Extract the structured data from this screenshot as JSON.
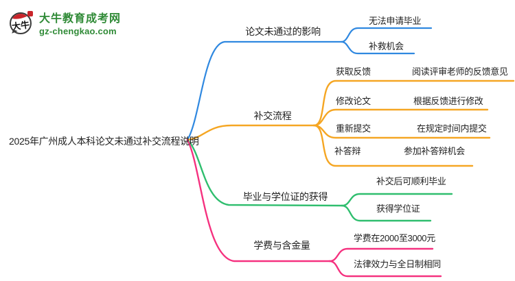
{
  "colors": {
    "blue": "#2f88e0",
    "orange": "#f5a623",
    "green": "#2fbe6e",
    "pink": "#f5317f",
    "text": "#1f1f1f",
    "brand_green": "#2f8a36",
    "brand_red": "#c9252b"
  },
  "logo": {
    "icon_chars": "大牛",
    "title": "大牛教育成考网",
    "subtitle": "gz-chengkao.com"
  },
  "root": {
    "label": "2025年广州成人本科论文未通过补交流程说明"
  },
  "branches": [
    {
      "label": "论文未通过的影响",
      "color": "blue",
      "children": [
        {
          "label": "无法申请毕业"
        },
        {
          "label": "补救机会"
        }
      ]
    },
    {
      "label": "补交流程",
      "color": "orange",
      "children": [
        {
          "label": "获取反馈",
          "detail": "阅读评审老师的反馈意见"
        },
        {
          "label": "修改论文",
          "detail": "根据反馈进行修改"
        },
        {
          "label": "重新提交",
          "detail": "在规定时间内提交"
        },
        {
          "label": "补答辩",
          "detail": "参加补答辩机会"
        }
      ]
    },
    {
      "label": "毕业与学位证的获得",
      "color": "green",
      "children": [
        {
          "label": "补交后可顺利毕业"
        },
        {
          "label": "获得学位证"
        }
      ]
    },
    {
      "label": "学费与含金量",
      "color": "pink",
      "children": [
        {
          "label": "学费在2000至3000元"
        },
        {
          "label": "法律效力与全日制相同"
        }
      ]
    }
  ]
}
